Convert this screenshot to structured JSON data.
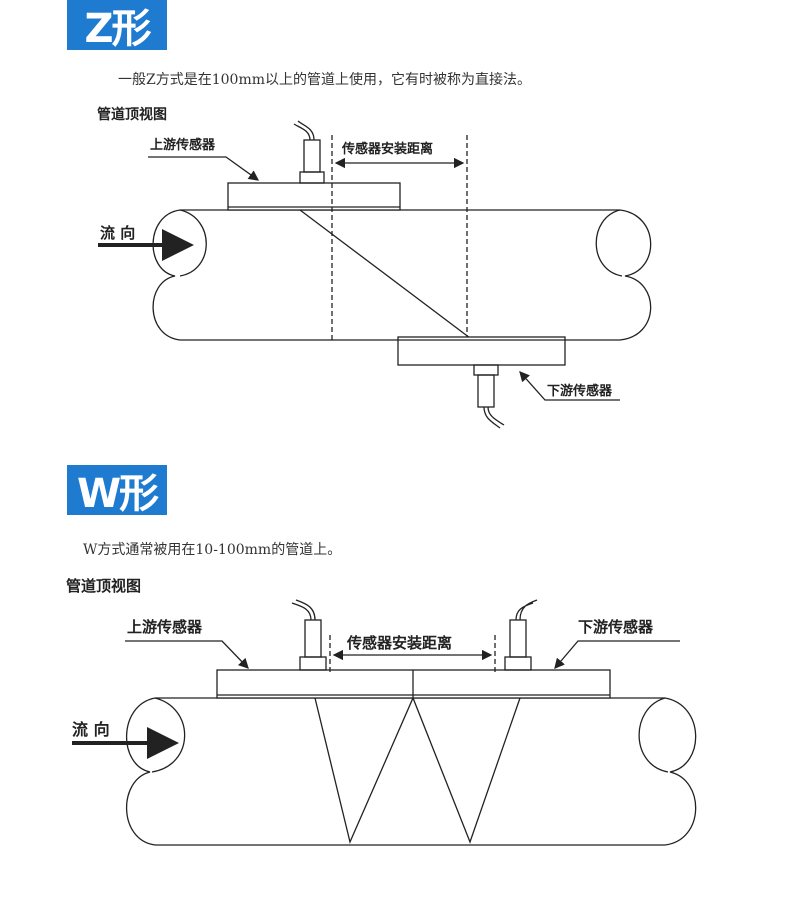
{
  "z": {
    "badge": "Z形",
    "description": "一般Z方式是在100mm以上的管道上使用，它有时被称为直接法。",
    "view_title": "管道顶视图",
    "upstream": "上游传感器",
    "downstream": "下游传感器",
    "distance": "传感器安装距离",
    "flow": "流 向"
  },
  "w": {
    "badge": "W形",
    "description": "W方式通常被用在10-100mm的管道上。",
    "view_title": "管道顶视图",
    "upstream": "上游传感器",
    "downstream": "下游传感器",
    "distance": "传感器安装距离",
    "flow": "流 向"
  },
  "colors": {
    "accent": "#1f7bd0"
  }
}
